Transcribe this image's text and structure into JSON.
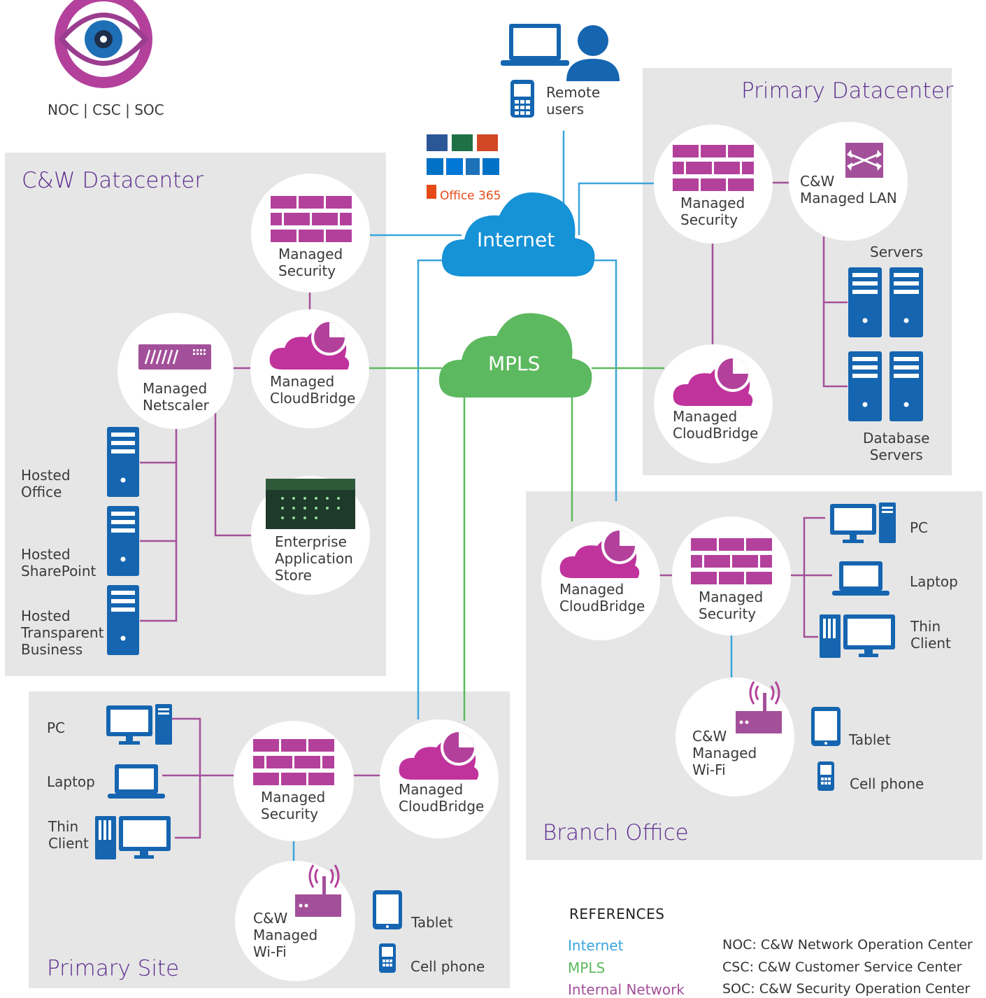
{
  "logo": {
    "caption": "NOC | CSC | SOC",
    "icon": "eye-icon"
  },
  "colors": {
    "internet": "#3aa5dc",
    "mpls": "#5db95f",
    "internal": "#a3509a",
    "region_bg": "#e6e6e6",
    "title": "#5b2c8e"
  },
  "regions": {
    "cw_datacenter": "C&W Datacenter",
    "primary_datacenter": "Primary Datacenter",
    "branch_office": "Branch Office",
    "primary_site": "Primary Site"
  },
  "clouds": {
    "internet": "Internet",
    "mpls": "MPLS"
  },
  "remote_users": "Remote\nusers",
  "office365": "Office 365",
  "nodes": {
    "cw_security": "Managed\nSecurity",
    "cw_cloudbridge": "Managed\nCloudBridge",
    "cw_netscaler": "Managed\nNetscaler",
    "cw_appstore": "Enterprise\nApplication\nStore",
    "pd_security": "Managed\nSecurity",
    "pd_lan": "C&W\nManaged LAN",
    "pd_cloudbridge": "Managed\nCloudBridge",
    "br_cloudbridge": "Managed\nCloudBridge",
    "br_security": "Managed\nSecurity",
    "br_wifi": "C&W\nManaged\nWi-Fi",
    "ps_security": "Managed\nSecurity",
    "ps_cloudbridge": "Managed\nCloudBridge",
    "ps_wifi": "C&W\nManaged\nWi-Fi"
  },
  "hosted": {
    "office": "Hosted\nOffice",
    "sharepoint": "Hosted\nSharePoint",
    "transparent": "Hosted\nTransparent\nBusiness"
  },
  "servers": {
    "servers": "Servers",
    "database": "Database\nServers"
  },
  "devices": {
    "pc": "PC",
    "laptop": "Laptop",
    "thin_client": "Thin\nClient",
    "tablet": "Tablet",
    "cell_phone": "Cell phone"
  },
  "references": {
    "heading": "REFERENCES",
    "legend": [
      "Internet",
      "MPLS",
      "Internal Network"
    ],
    "centers": [
      "NOC: C&W Network Operation Center",
      "CSC: C&W Customer Service Center",
      "SOC: C&W Security Operation Center"
    ]
  }
}
